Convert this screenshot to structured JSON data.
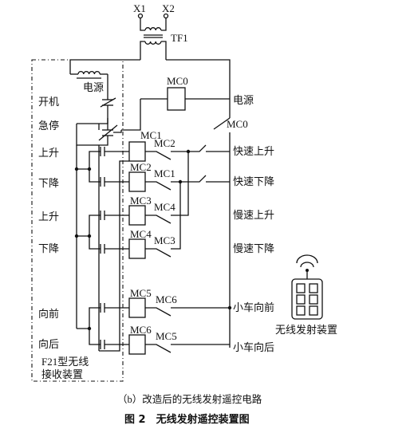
{
  "terminals": {
    "x1": "X1",
    "x2": "X2"
  },
  "transformer": "TF1",
  "power_label": "电源",
  "left_labels": {
    "start": "开机",
    "estop": "急停",
    "up1": "上升",
    "down1": "下降",
    "up2": "上升",
    "down2": "下降",
    "forward": "向前",
    "backward": "向后"
  },
  "receiver": {
    "line1": "F21型无线",
    "line2": "接收装置"
  },
  "coils": {
    "mc0": "MC0",
    "mc1": "MC1",
    "mc2": "MC2",
    "mc3": "MC3",
    "mc4": "MC4",
    "mc5": "MC5",
    "mc6": "MC6"
  },
  "interlocks": {
    "r1": "MC2",
    "r2": "MC1",
    "r3": "MC4",
    "r4": "MC3",
    "r5": "MC6",
    "r6": "MC5"
  },
  "right_labels": {
    "power": "电源",
    "mc0": "MC0",
    "fast_up": "快速上升",
    "fast_down": "快速下降",
    "slow_up": "慢速上升",
    "slow_down": "慢速下降",
    "cart_forward": "小车向前",
    "cart_backward": "小车向后"
  },
  "transmitter_label": "无线发射装置",
  "caption_b": "（b）改造后的无线发射遥控电路",
  "figure_title": "图 2　无线发射遥控装置图"
}
